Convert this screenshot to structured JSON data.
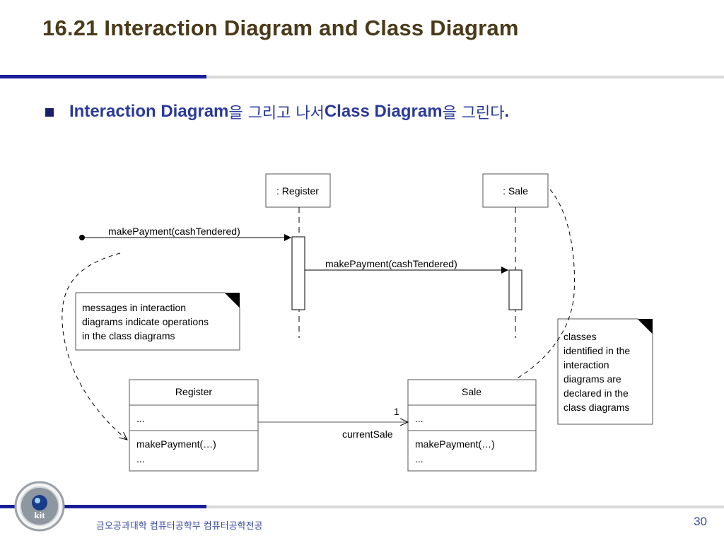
{
  "slide": {
    "title": "16.21 Interaction Diagram and Class Diagram",
    "bullet": {
      "part1": "Interaction Diagram",
      "part2": "을 그리고 나서 ",
      "part3": "Class Diagram",
      "part4": "을 그린다",
      "part5": "."
    },
    "footer": "금오공과대학 컴퓨터공학부 컴퓨터공학전공",
    "page_number": "30",
    "logo_text": "kit"
  },
  "diagram": {
    "lifelines": [
      {
        "label": ": Register"
      },
      {
        "label": ": Sale"
      }
    ],
    "messages": [
      {
        "label": "makePayment(cashTendered)"
      },
      {
        "label": "makePayment(cashTendered)"
      }
    ],
    "notes": {
      "operations": [
        "messages in interaction",
        "diagrams indicate operations",
        "in the class diagrams"
      ],
      "classes": [
        "classes",
        "identified in the",
        "interaction",
        "diagrams are",
        "declared in the",
        "class diagrams"
      ]
    },
    "classes": [
      {
        "name": "Register",
        "attributes": "...",
        "operations": [
          "makePayment(…)",
          "..."
        ]
      },
      {
        "name": "Sale",
        "attributes": "...",
        "operations": [
          "makePayment(…)",
          "..."
        ]
      }
    ],
    "association": {
      "multiplicity": "1",
      "role": "currentSale"
    }
  }
}
